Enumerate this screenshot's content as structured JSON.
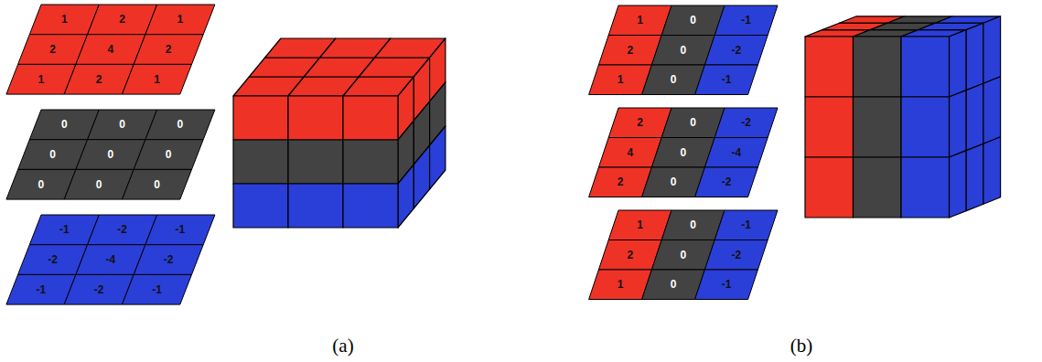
{
  "diagram": {
    "labels": [
      "1",
      "2",
      "1",
      "2",
      "4",
      "2",
      "1",
      "2",
      "1",
      "0",
      "0",
      "0",
      "0",
      "0",
      "0",
      "0",
      "0",
      "0",
      "-1",
      "-2",
      "-1",
      "-2",
      "-4",
      "-2",
      "-1",
      "-2",
      "-1",
      "1",
      "0",
      "-1",
      "2",
      "0",
      "-2",
      "1",
      "0",
      "-1",
      "2",
      "0",
      "-2",
      "4",
      "0",
      "-4",
      "2",
      "0",
      "-2",
      "1",
      "0",
      "-1",
      "2",
      "0",
      "-2",
      "1",
      "0",
      "-1",
      "(a)",
      "(b)"
    ]
  }
}
